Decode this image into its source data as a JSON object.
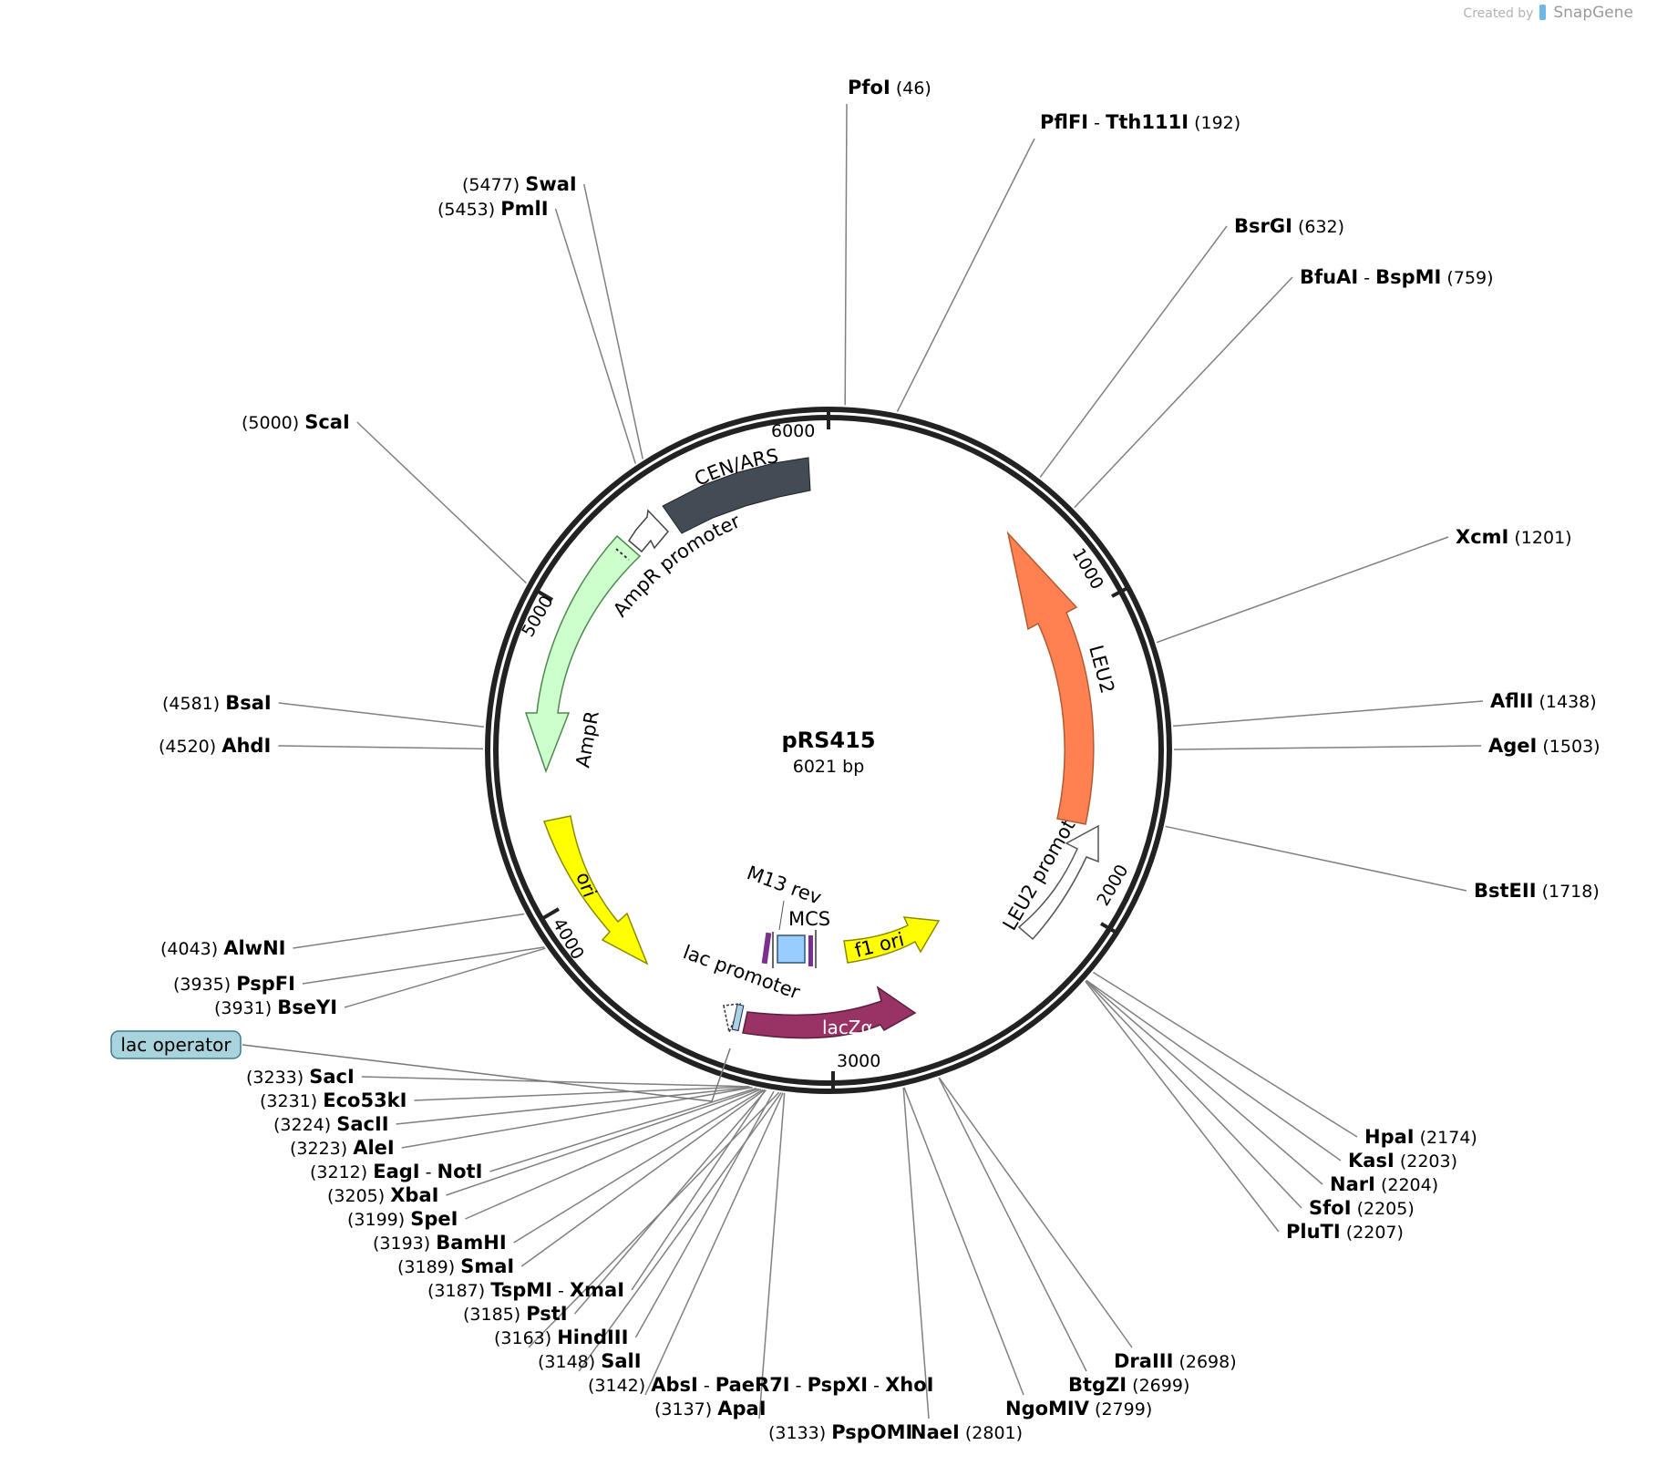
{
  "credit": {
    "prefix": "Created by",
    "brand": "SnapGene"
  },
  "plasmid": {
    "name": "pRS415",
    "length_label": "6021 bp",
    "length_bp": 6021
  },
  "ticks": [
    "1000",
    "2000",
    "3000",
    "4000",
    "5000",
    "6000"
  ],
  "features": [
    {
      "label": "CEN/ARS",
      "color": "#434b54",
      "text_color": "#ffffff",
      "start": 5650,
      "end": 6020,
      "direction": "forward"
    },
    {
      "label": "AmpR promoter",
      "color": "#ffffff",
      "text_color": "#000000",
      "start": 5560,
      "end": 5650,
      "direction": "reverse"
    },
    {
      "label": "AmpR",
      "color": "#ccffcc",
      "text_color": "#000000",
      "start": 4700,
      "end": 5540,
      "direction": "reverse"
    },
    {
      "label": "ori",
      "color": "#ffff00",
      "text_color": "#000000",
      "start": 3830,
      "end": 4400,
      "direction": "reverse"
    },
    {
      "label": "lacZα",
      "color": "#993366",
      "text_color": "#ffffff",
      "start": 2830,
      "end": 3240,
      "direction": "reverse"
    },
    {
      "label": "f1 ori",
      "color": "#ffff00",
      "text_color": "#000000",
      "start": 2570,
      "end": 2860,
      "direction": "reverse"
    },
    {
      "label": "LEU2 promoter",
      "color": "#ffffff",
      "text_color": "#000000",
      "start": 1880,
      "end": 2260,
      "direction": "reverse"
    },
    {
      "label": "LEU2",
      "color": "#ff8050",
      "text_color": "#000000",
      "start": 790,
      "end": 1890,
      "direction": "reverse"
    }
  ],
  "small_features": [
    {
      "label": "M13 rev",
      "color": "#7b2f8e"
    },
    {
      "label": "MCS",
      "color": "#99ccff"
    },
    {
      "label": "lac promoter",
      "color": "#ffffff"
    },
    {
      "label": "lac operator",
      "color": "#aad4dd"
    }
  ],
  "enzymes": [
    {
      "names": [
        "PfoI"
      ],
      "pos": "(46)",
      "bp": 46
    },
    {
      "names": [
        "PflFI",
        "Tth111I"
      ],
      "pos": "(192)",
      "bp": 192
    },
    {
      "names": [
        "BsrGI"
      ],
      "pos": "(632)",
      "bp": 632
    },
    {
      "names": [
        "BfuAI",
        "BspMI"
      ],
      "pos": "(759)",
      "bp": 759
    },
    {
      "names": [
        "XcmI"
      ],
      "pos": "(1201)",
      "bp": 1201
    },
    {
      "names": [
        "AflII"
      ],
      "pos": "(1438)",
      "bp": 1438
    },
    {
      "names": [
        "AgeI"
      ],
      "pos": "(1503)",
      "bp": 1503
    },
    {
      "names": [
        "BstEII"
      ],
      "pos": "(1718)",
      "bp": 1718
    },
    {
      "names": [
        "HpaI"
      ],
      "pos": "(2174)",
      "bp": 2174
    },
    {
      "names": [
        "KasI"
      ],
      "pos": "(2203)",
      "bp": 2203
    },
    {
      "names": [
        "NarI"
      ],
      "pos": "(2204)",
      "bp": 2204
    },
    {
      "names": [
        "SfoI"
      ],
      "pos": "(2205)",
      "bp": 2205
    },
    {
      "names": [
        "PluTI"
      ],
      "pos": "(2207)",
      "bp": 2207
    },
    {
      "names": [
        "DraIII"
      ],
      "pos": "(2698)",
      "bp": 2698
    },
    {
      "names": [
        "BtgZI"
      ],
      "pos": "(2699)",
      "bp": 2699
    },
    {
      "names": [
        "NgoMIV"
      ],
      "pos": "(2799)",
      "bp": 2799
    },
    {
      "names": [
        "NaeI"
      ],
      "pos": "(2801)",
      "bp": 2801
    },
    {
      "names": [
        "PspOMI"
      ],
      "pos": "(3133)",
      "bp": 3133
    },
    {
      "names": [
        "ApaI"
      ],
      "pos": "(3137)",
      "bp": 3137
    },
    {
      "names": [
        "AbsI",
        "PaeR7I",
        "PspXI",
        "XhoI"
      ],
      "pos": "(3142)",
      "bp": 3142
    },
    {
      "names": [
        "SalI"
      ],
      "pos": "(3148)",
      "bp": 3148
    },
    {
      "names": [
        "HindIII"
      ],
      "pos": "(3163)",
      "bp": 3163
    },
    {
      "names": [
        "PstI"
      ],
      "pos": "(3185)",
      "bp": 3185
    },
    {
      "names": [
        "TspMI",
        "XmaI"
      ],
      "pos": "(3187)",
      "bp": 3187
    },
    {
      "names": [
        "SmaI"
      ],
      "pos": "(3189)",
      "bp": 3189
    },
    {
      "names": [
        "BamHI"
      ],
      "pos": "(3193)",
      "bp": 3193
    },
    {
      "names": [
        "SpeI"
      ],
      "pos": "(3199)",
      "bp": 3199
    },
    {
      "names": [
        "XbaI"
      ],
      "pos": "(3205)",
      "bp": 3205
    },
    {
      "names": [
        "EagI",
        "NotI"
      ],
      "pos": "(3212)",
      "bp": 3212
    },
    {
      "names": [
        "AleI"
      ],
      "pos": "(3223)",
      "bp": 3223
    },
    {
      "names": [
        "SacII"
      ],
      "pos": "(3224)",
      "bp": 3224
    },
    {
      "names": [
        "Eco53kI"
      ],
      "pos": "(3231)",
      "bp": 3231
    },
    {
      "names": [
        "SacI"
      ],
      "pos": "(3233)",
      "bp": 3233
    },
    {
      "names": [
        "BseYI"
      ],
      "pos": "(3931)",
      "bp": 3931
    },
    {
      "names": [
        "PspFI"
      ],
      "pos": "(3935)",
      "bp": 3935
    },
    {
      "names": [
        "AlwNI"
      ],
      "pos": "(4043)",
      "bp": 4043
    },
    {
      "names": [
        "AhdI"
      ],
      "pos": "(4520)",
      "bp": 4520
    },
    {
      "names": [
        "BsaI"
      ],
      "pos": "(4581)",
      "bp": 4581
    },
    {
      "names": [
        "ScaI"
      ],
      "pos": "(5000)",
      "bp": 5000
    },
    {
      "names": [
        "PmlI"
      ],
      "pos": "(5453)",
      "bp": 5453
    },
    {
      "names": [
        "SwaI"
      ],
      "pos": "(5477)",
      "bp": 5477
    }
  ]
}
